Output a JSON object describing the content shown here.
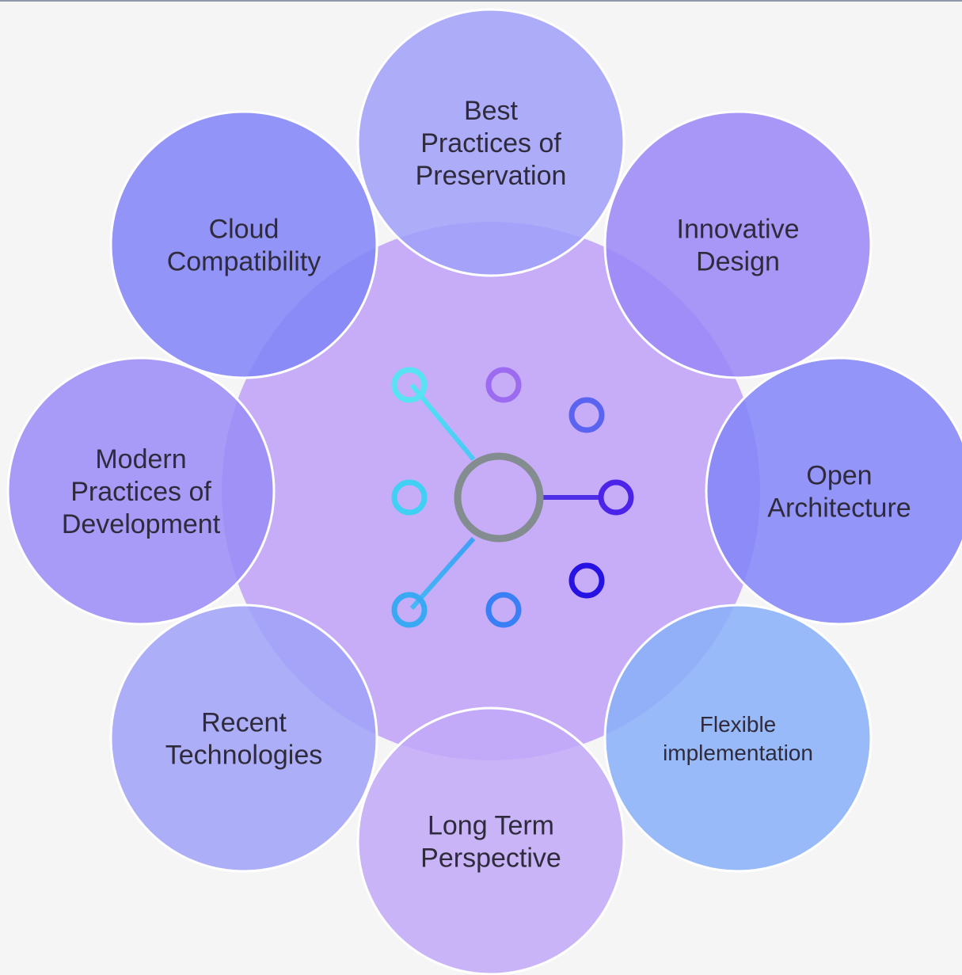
{
  "diagram": {
    "center": {
      "icon": "network-hub-icon"
    },
    "nodes": [
      {
        "id": "best-practices-of-preservation",
        "lines": [
          "Best",
          "Practices of",
          "Preservation"
        ],
        "color": "#9fa0f9"
      },
      {
        "id": "innovative-design",
        "lines": [
          "Innovative",
          "Design"
        ],
        "color": "#9b87f7"
      },
      {
        "id": "open-architecture",
        "lines": [
          "Open",
          "Architecture"
        ],
        "color": "#8285f8"
      },
      {
        "id": "flexible-implementation",
        "lines": [
          "Flexible",
          "implementation"
        ],
        "color": "#88b0f8"
      },
      {
        "id": "long-term-perspective",
        "lines": [
          "Long Term",
          "Perspective"
        ],
        "color": "#c1a9f8"
      },
      {
        "id": "recent-technologies",
        "lines": [
          "Recent",
          "Technologies"
        ],
        "color": "#a1a2f8"
      },
      {
        "id": "modern-practices-of-development",
        "lines": [
          "Modern",
          "Practices of",
          "Development"
        ],
        "color": "#9a8cf7"
      },
      {
        "id": "cloud-compatibility",
        "lines": [
          "Cloud",
          "Compatibility"
        ],
        "color": "#8185f7"
      }
    ],
    "colors": {
      "background": "#f5f5f5",
      "center_fill": "#c4a9f8",
      "outline": "#ffffff",
      "text": "#2f2b3d"
    }
  }
}
